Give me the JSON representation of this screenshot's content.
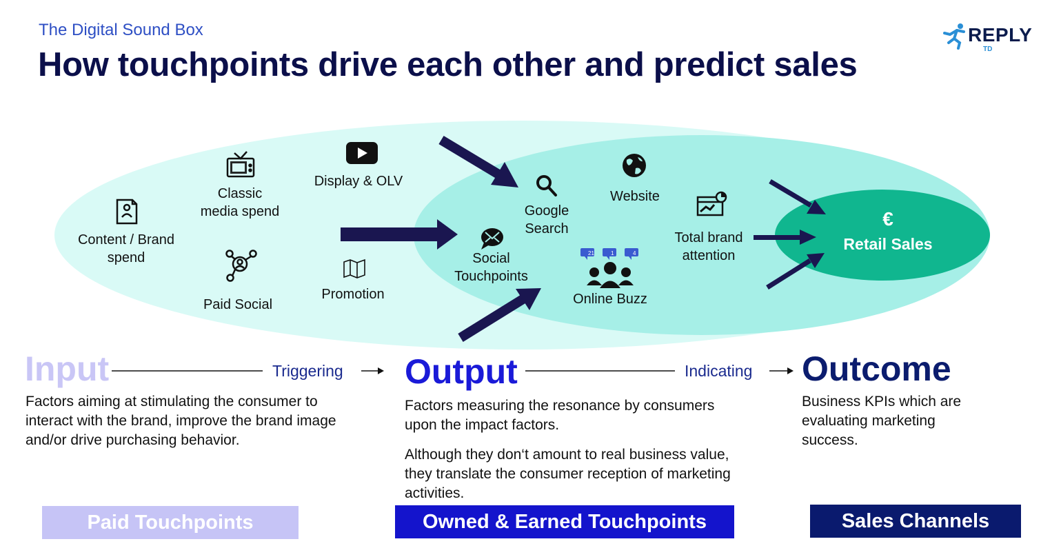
{
  "header": {
    "subtitle": "The Digital Sound Box",
    "title": "How touchpoints drive each other and predict sales"
  },
  "logo": {
    "word": "REPLY",
    "sub": "TD"
  },
  "diagram": {
    "paid": {
      "content_brand": [
        "Content / Brand",
        "spend"
      ],
      "classic_media": [
        "Classic",
        "media spend"
      ],
      "display_olv": "Display & OLV",
      "paid_social": "Paid Social",
      "promotion": "Promotion"
    },
    "owned": {
      "google_search": [
        "Google",
        "Search"
      ],
      "website": "Website",
      "social_touchpoints": [
        "Social",
        "Touchpoints"
      ],
      "online_buzz": "Online Buzz",
      "total_brand_attention": [
        "Total brand",
        "attention"
      ]
    },
    "outcome": {
      "symbol": "€",
      "label": "Retail Sales"
    },
    "buzz_counts": [
      "21",
      "1",
      "4"
    ]
  },
  "stages": {
    "input": "Input",
    "triggering": "Triggering",
    "output": "Output",
    "indicating": "Indicating",
    "outcome": "Outcome"
  },
  "descriptions": {
    "input": [
      "Factors aiming at stimulating the consumer to",
      "interact with the brand, improve the brand image",
      "and/or drive purchasing behavior."
    ],
    "output_1": [
      "Factors measuring the resonance by consumers",
      "upon the impact factors."
    ],
    "output_2": [
      "Although they don‘t amount to real business value,",
      "they translate the consumer reception of marketing",
      "activities."
    ],
    "outcome": [
      "Business KPIs which are",
      "evaluating marketing",
      "success."
    ]
  },
  "badges": {
    "paid": "Paid Touchpoints",
    "owned": "Owned & Earned Touchpoints",
    "sales": "Sales Channels"
  },
  "colors": {
    "outer_ellipse": "#d9faf6",
    "inner_ellipse": "#a6efe7",
    "retail_ellipse": "#10b68f",
    "arrow": "#1a1650",
    "title": "#0b0f4a",
    "subtitle": "#2e4fc4"
  }
}
